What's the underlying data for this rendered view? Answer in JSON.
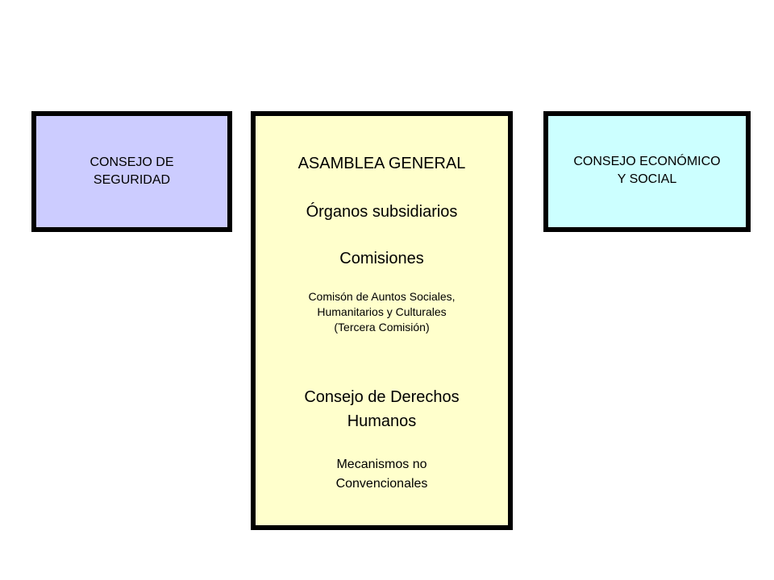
{
  "security_council": {
    "line1": "CONSEJO DE",
    "line2": "SEGURIDAD",
    "color": "#ccccff"
  },
  "general_assembly": {
    "title": "ASAMBLEA GENERAL",
    "subsidiary": "Órganos subsidiarios",
    "commissions": "Comisiones",
    "third_committee": {
      "line1": "Comisón de Auntos Sociales,",
      "line2": "Humanitarios y Culturales",
      "line3": "(Tercera Comisión)"
    },
    "hr_council": {
      "line1": "Consejo de Derechos",
      "line2": "Humanos"
    },
    "mechanisms": {
      "line1": "Mecanismos no",
      "line2": "Convencionales"
    },
    "color": "#ffffcc"
  },
  "ecosoc": {
    "line1": "CONSEJO ECONÓMICO",
    "line2": "Y SOCIAL",
    "color": "#ccffff"
  }
}
